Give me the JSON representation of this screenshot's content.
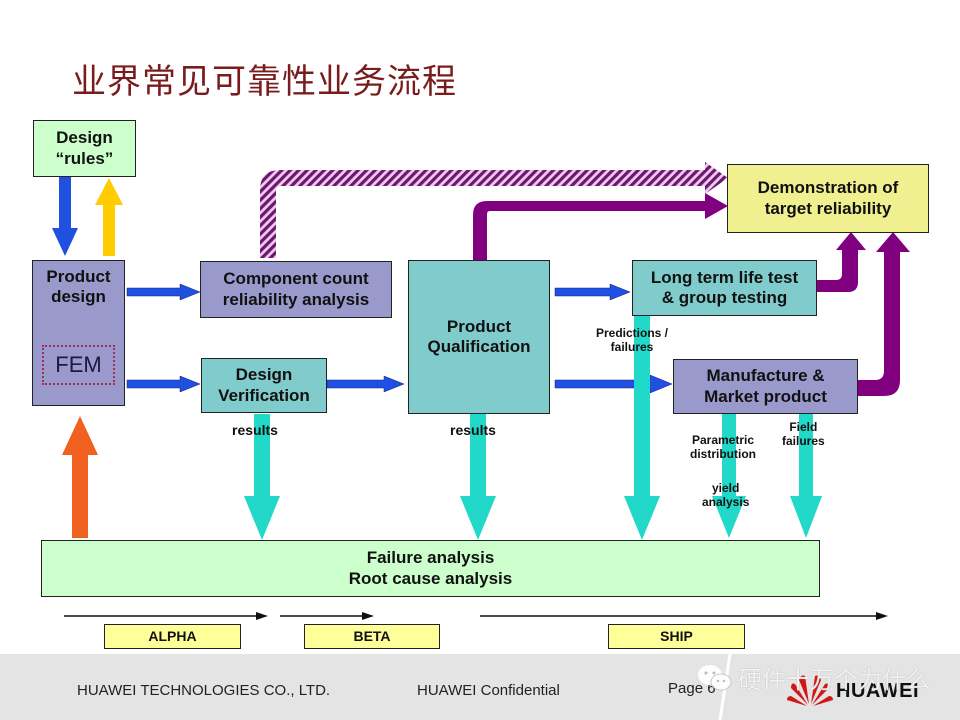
{
  "title": "业界常见可靠性业务流程",
  "boxes": {
    "design_rules": "Design\n“rules”",
    "product_design": "Product\ndesign",
    "fem": "FEM",
    "component_count": "Component count\nreliability analysis",
    "design_verification": "Design\nVerification",
    "product_qualification": "Product\nQualification",
    "long_term": "Long term life test\n& group testing",
    "manufacture": "Manufacture &\nMarket product",
    "demonstration": "Demonstration of\ntarget reliability",
    "failure_analysis": "Failure analysis\nRoot cause analysis"
  },
  "labels": {
    "results_dv": "results",
    "results_pq": "results",
    "predictions": "Predictions /\nfailures",
    "parametric": "Parametric\ndistribution",
    "yield": "yield\nanalysis",
    "field": "Field\nfailures"
  },
  "phases": [
    "ALPHA",
    "BETA",
    "SHIP"
  ],
  "footer": {
    "company": "HUAWEI TECHNOLOGIES CO., LTD.",
    "confidential": "HUAWEI Confidential",
    "page": "Page 6",
    "watermark": "硬件十万个为什么",
    "logo": "HUAWEI"
  },
  "colors": {
    "title": "#7a1c1c",
    "purple_box": "#9999cc",
    "teal_box": "#80cccc",
    "yellow_box": "#f0f090",
    "green_box": "#ccffcc",
    "cyan_arrow": "#22d8c8",
    "blue_arrow": "#2050e0",
    "purple_arrow": "#800080",
    "orange_arrow": "#f06020",
    "gold_arrow": "#ffcc00"
  }
}
